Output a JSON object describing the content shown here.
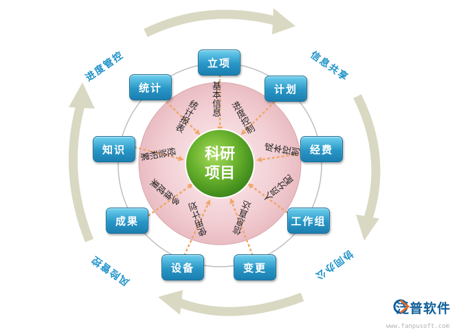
{
  "center": {
    "line1": "科研",
    "line2": "项目"
  },
  "nodes": {
    "lixiang": "立项",
    "jihua": "计划",
    "jingfei": "经费",
    "gongzuozu": "工作组",
    "biangeng": "变更",
    "shebei": "设备",
    "chengguo": "成果",
    "zhishi": "知识",
    "tongji": "统计"
  },
  "arrow_labels": {
    "jiben_xinxi": "基本信息",
    "jindu_kongzhi": "进度控制",
    "chengben_kongzhi": "成本控制",
    "renyuan_fenpei": "人员分配",
    "xinxi_zhida": "信息直达",
    "shiyong_jihua": "使用计划",
    "duowei_chengguo": "多维成果",
    "jingyan_jilei": "经验积累",
    "tongji_baobiao": "统计报表"
  },
  "cycle_labels": {
    "top_left": "进度管控",
    "top_right": "信息共享",
    "bottom_right": "协同办公",
    "bottom_left": "风险管控"
  },
  "logo": {
    "name": "泛普软件",
    "url": "www.fanpusoft.com"
  },
  "colors": {
    "node_blue": "#2896c6",
    "center_green": "#6ab32e",
    "pink_disc": "#f3d2d6",
    "arrow_orange": "#f0a66a",
    "ring_arrow": "#d9d8c2",
    "cycle_text": "#1e92c9"
  }
}
